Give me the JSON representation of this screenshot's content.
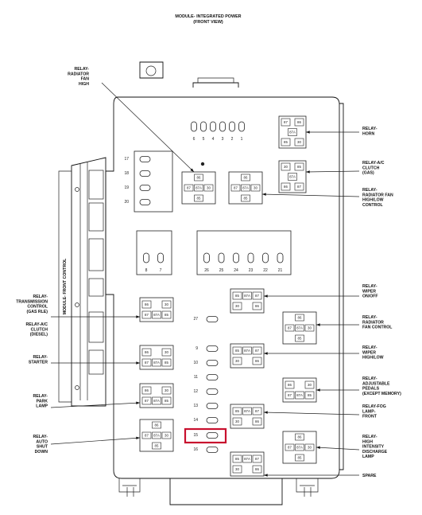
{
  "diagram": {
    "title_line1": "MODULE- INTEGRATED POWER",
    "title_line2": "(FRONT VIEW)",
    "side_label": "MODULE- FRONT CONTROL",
    "highlight_color": "#c8102e",
    "highlighted_fuse": "15",
    "labels_left": [
      [
        "RELAY-",
        "RADIATOR",
        "FAN",
        "HIGH"
      ],
      [
        "RELAY-",
        "TRANSMISSION",
        "CONTROL",
        "(GAS RLE)"
      ],
      [
        "RELAY-A/C",
        "CLUTCH",
        "(DIESEL)"
      ],
      [
        "RELAY-",
        "STARTER"
      ],
      [
        "RELAY-",
        "PARK",
        "LAMP"
      ],
      [
        "RELAY-",
        "AUTO",
        "SHUT",
        "DOWN"
      ]
    ],
    "labels_right": [
      [
        "RELAY-",
        "HORN"
      ],
      [
        "RELAY-A/C",
        "CLUTCH",
        "(GAS)"
      ],
      [
        "RELAY-",
        "RADIATOR FAN",
        "HIGH/LOW",
        "CONTROL"
      ],
      [
        "RELAY-",
        "WIPER",
        "ON/OFF"
      ],
      [
        "RELAY-",
        "RADIATOR",
        "FAN CONTROL"
      ],
      [
        "RELAY-",
        "WIPER",
        "HIGH/LOW"
      ],
      [
        "RELAY-",
        "ADJUSTABLE",
        "PEDALS",
        "(EXCEPT MEMORY)"
      ],
      [
        "RELAY-FOG",
        "LAMP-",
        "FRONT"
      ],
      [
        "RELAY-",
        "HIGH",
        "INTENSITY",
        "DISCHARGE",
        "LAMP"
      ],
      [
        "SPARE"
      ]
    ],
    "fuse_numbers_top": [
      "6",
      "5",
      "4",
      "3",
      "2",
      "1"
    ],
    "fuse_numbers_left_group": [
      "17",
      "18",
      "19",
      "20"
    ],
    "fuse_numbers_small_pair": [
      "8",
      "7"
    ],
    "fuse_numbers_mid_row": [
      "26",
      "25",
      "24",
      "23",
      "22",
      "21"
    ],
    "fuse_numbers_column": [
      "27",
      "9",
      "10",
      "11",
      "12",
      "13",
      "14",
      "15",
      "16"
    ],
    "relay_pins": {
      "p30": "30",
      "p85": "85",
      "p86": "86",
      "p87": "87",
      "p87a": "87A"
    }
  }
}
